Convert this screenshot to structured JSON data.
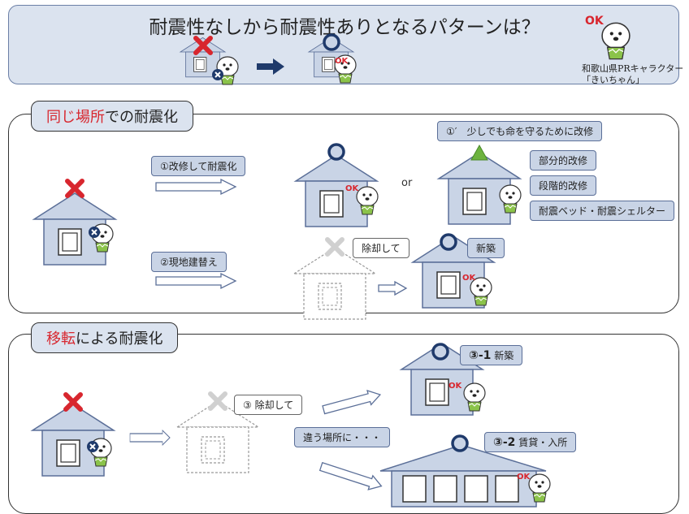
{
  "header": {
    "title": "耐震性なしから耐震性ありとなるパターンは？",
    "mascot_caption_line1": "和歌山県PRキャラクター",
    "mascot_caption_line2": "「きいちゃん」",
    "ok_text": "OK"
  },
  "section1": {
    "tab_red": "同じ場所",
    "tab_rest": "での耐震化",
    "option1_label": "①改修して耐震化",
    "option1_dash_label": "①′　少しでも命を守るために改修",
    "or_text": "or",
    "partial_labels": [
      "部分的改修",
      "段階的改修",
      "耐震ベッド・耐震シェルター"
    ],
    "option2_label": "②現地建替え",
    "demolish_label": "除却して",
    "new_build_label": "新築"
  },
  "section2": {
    "tab_red": "移転",
    "tab_rest": "による耐震化",
    "demolish_label": "③ 除却して",
    "different_place_label": "違う場所に・・・",
    "option31_num": "③-1",
    "option31_text": "新築",
    "option32_num": "③-2",
    "option32_text": "賃貸・入所"
  },
  "colors": {
    "header_bg": "#dbe3ef",
    "house_fill": "#c9d4e6",
    "house_stroke": "#5b6f98",
    "cross_red": "#d8262e",
    "triangle_green": "#6db33f",
    "arrow_navy": "#1f3a6b"
  }
}
